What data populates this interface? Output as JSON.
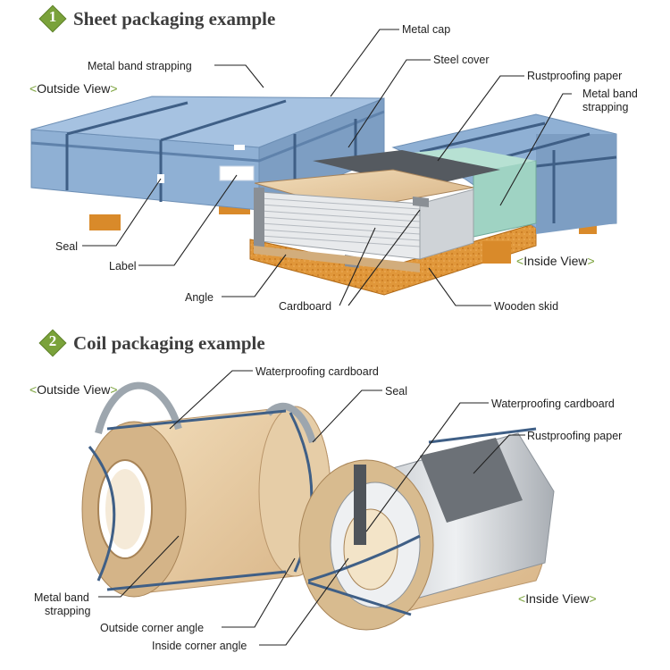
{
  "section1": {
    "number": "1",
    "title": "Sheet packaging example"
  },
  "section2": {
    "number": "2",
    "title": "Coil packaging example"
  },
  "views": {
    "sheet_outside": "Outside View",
    "sheet_inside": "Inside View",
    "coil_outside": "Outside View",
    "coil_inside": "Inside View"
  },
  "view_bracket_open": "<",
  "view_bracket_close": ">",
  "sheet_labels": {
    "metal_cap": "Metal cap",
    "steel_cover": "Steel cover",
    "metal_band_left": "Metal band strapping",
    "rustproofing_paper": "Rustproofing paper",
    "metal_band_right_1": "Metal band",
    "metal_band_right_2": "strapping",
    "seal": "Seal",
    "label": "Label",
    "angle": "Angle",
    "cardboard": "Cardboard",
    "wooden_skid": "Wooden skid"
  },
  "coil_labels": {
    "waterproofing_cardboard_outside": "Waterproofing cardboard",
    "seal": "Seal",
    "waterproofing_cardboard_inside": "Waterproofing cardboard",
    "rustproofing_paper": "Rustproofing paper",
    "metal_band_1": "Metal band",
    "metal_band_2": "strapping",
    "outside_corner_angle": "Outside corner angle",
    "inside_corner_angle": "Inside corner angle"
  },
  "colors": {
    "accent_green": "#7aa23a",
    "box_blue": "#8fb0d4",
    "wood_orange": "#d98a2a",
    "cardboard_tan": "#e2c49a"
  }
}
